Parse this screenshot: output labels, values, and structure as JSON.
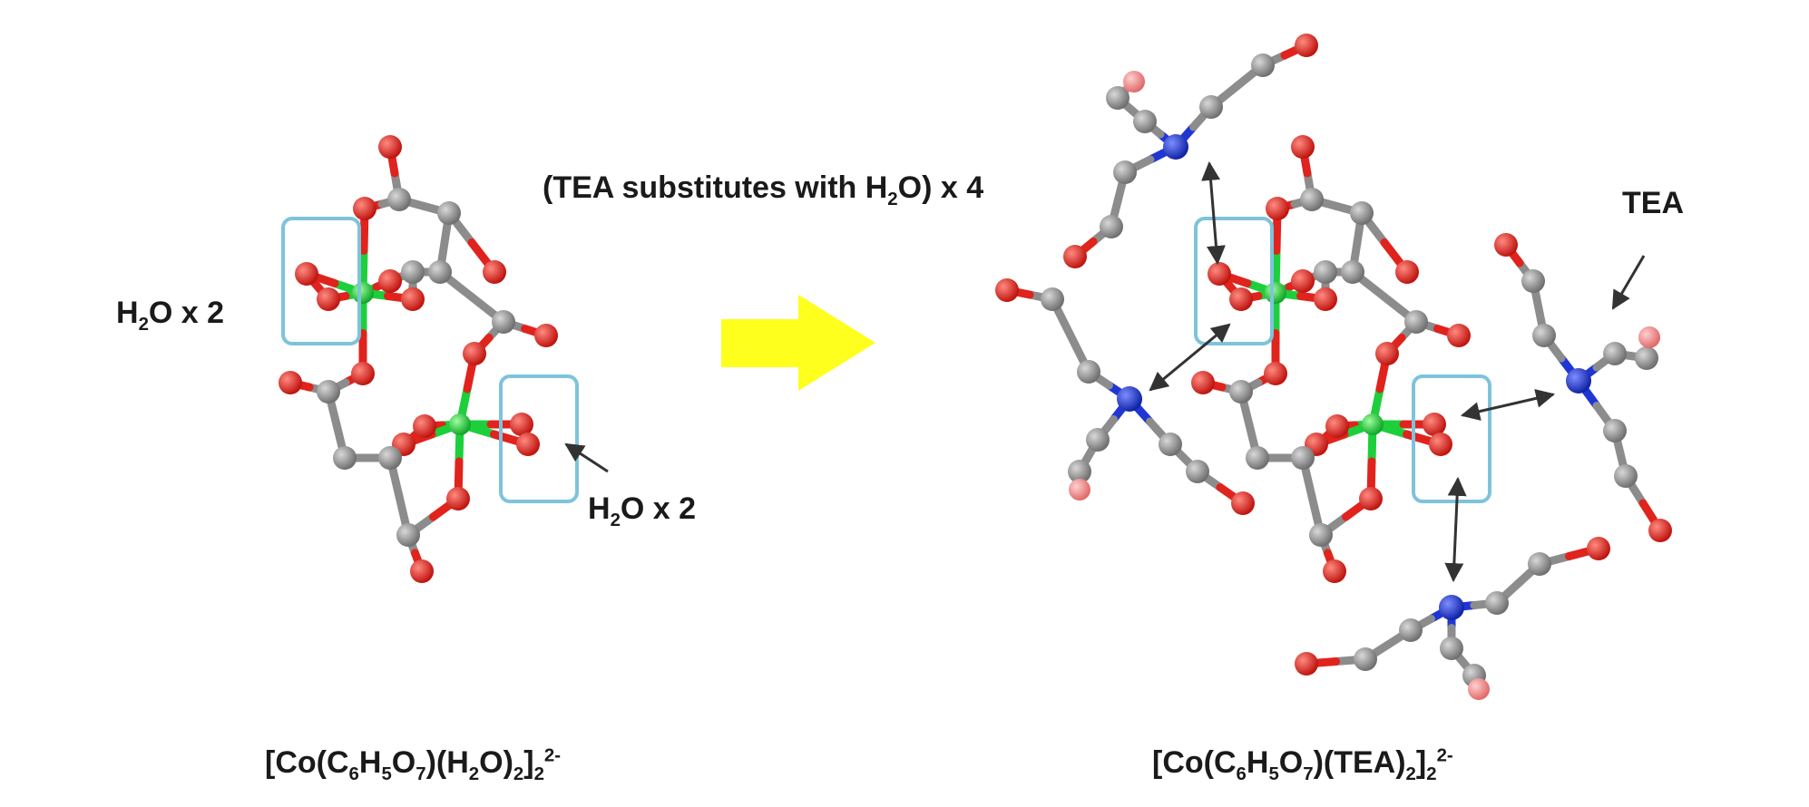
{
  "labels": {
    "h2o_left": {
      "pre": "H",
      "sub": "2",
      "post": "O x 2"
    },
    "h2o_right": {
      "pre": "H",
      "sub": "2",
      "post": "O x 2"
    },
    "tea_substitution": {
      "pre": "(TEA substitutes with H",
      "sub": "2",
      "post": "O) x 4"
    },
    "tea": "TEA",
    "formula_left": {
      "p1": "[Co(C",
      "s1": "6",
      "p2": "H",
      "s2": "5",
      "p3": "O",
      "s3": "7",
      "p4": ")(H",
      "s4": "2",
      "p5": "O)",
      "s5": "2",
      "p6": "]",
      "s6": "2",
      "sup": "2-"
    },
    "formula_right": {
      "p1": "[Co(C",
      "s1": "6",
      "p2": "H",
      "s2": "5",
      "p3": "O",
      "s3": "7",
      "p4": ")(TEA)",
      "s4": "2",
      "p5": "]",
      "s5": "2",
      "sup": "2-"
    }
  },
  "colors": {
    "carbon": "#8c8c8c",
    "oxygen": "#e0231c",
    "oxygen_faded": "#f08080",
    "nitrogen": "#2036d4",
    "cobalt": "#1ecf3c",
    "highlight_box": "#7ec3dc",
    "reaction_arrow": "#ffff1e",
    "pointer_arrow": "#333333"
  }
}
